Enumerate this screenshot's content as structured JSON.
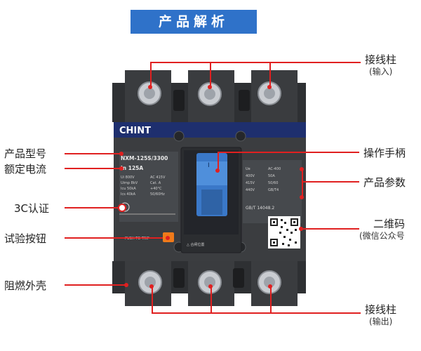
{
  "banner": {
    "title": "产品解析",
    "color": "#2f72c9"
  },
  "accent_color": "#e02020",
  "callouts": {
    "input_terminal": {
      "label": "接线柱",
      "sub": "(输入)"
    },
    "product_model": {
      "label": "产品型号"
    },
    "rated_current": {
      "label": "额定电流"
    },
    "operating_handle": {
      "label": "操作手柄"
    },
    "product_params": {
      "label": "产品参数"
    },
    "ccc_cert": {
      "label": "3C认证"
    },
    "qr_code": {
      "label": "二维码",
      "sub": "(微信公众号"
    },
    "test_button": {
      "label": "试验按钮"
    },
    "flame_housing": {
      "label": "阻燃外壳"
    },
    "output_terminal": {
      "label": "接线柱",
      "sub": "(输出)"
    }
  },
  "breaker": {
    "brand": "CHINT",
    "model": "NXM-125S/3300",
    "rated": "In 125A",
    "specs_left": [
      "Ui 800V",
      "Uimp 8kV",
      "Icu 50kA",
      "Ics 40kA"
    ],
    "specs_right": [
      "AC 415V",
      "Cat. A",
      "+40°C",
      "50/60Hz"
    ],
    "specs_far": [
      "Ue",
      "400V",
      "415V",
      "440V"
    ],
    "standard": "GB/T 14048.2",
    "test_label": "PUSH TO TRIP",
    "handle_color": "#3a78c8",
    "body_color": "#3b3d40",
    "test_button_color": "#f07a1a"
  }
}
